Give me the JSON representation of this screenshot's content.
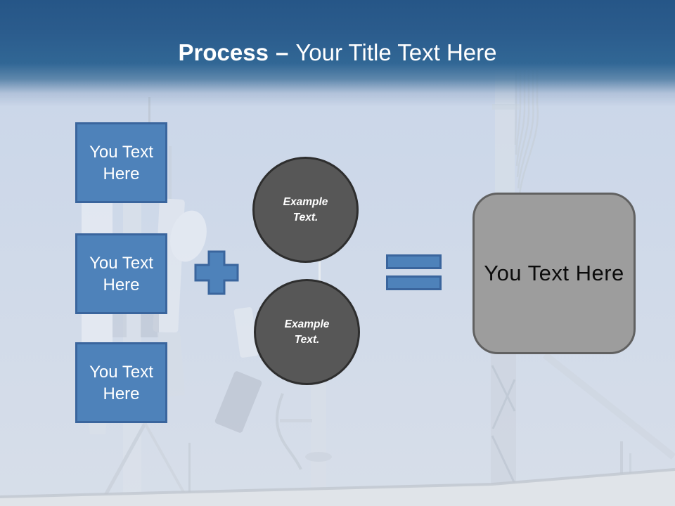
{
  "slide": {
    "header": {
      "title_bold": "Process",
      "title_dash": "–",
      "title_rest": "Your Title Text Here"
    },
    "input_boxes": [
      {
        "line1": "You Text",
        "line2": "Here"
      },
      {
        "line1": "You Text",
        "line2": "Here"
      },
      {
        "line1": "You Text",
        "line2": "Here"
      }
    ],
    "circles": [
      {
        "line1": "Example",
        "line2": "Text."
      },
      {
        "line1": "Example",
        "line2": "Text."
      }
    ],
    "result_box": {
      "label": "You Text Here"
    },
    "icons": {
      "plus": "plus-shape",
      "equals": "equals-shape"
    },
    "colors": {
      "header_blue": "#2E6191",
      "accent_blue": "#4E82BA",
      "accent_blue_border": "#3A659D",
      "circle_gray": "#575757",
      "circle_border": "#2E2E2E",
      "result_gray": "#9D9D9D",
      "result_border": "#616161",
      "sky": "#CCD7E9",
      "text_light": "#FFFFFF",
      "text_dark": "#0C0C0C"
    }
  }
}
